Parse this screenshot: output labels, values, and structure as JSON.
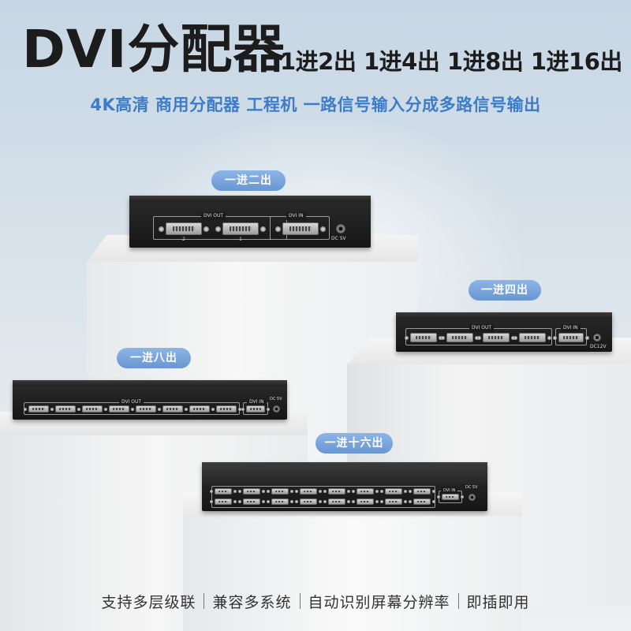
{
  "header": {
    "title": "DVI分配器",
    "subtitle": "1进2出 1进4出 1进8出 1进16出",
    "tagline": "4K高清  商用分配器  工程机  一路信号输入分成多路信号输出"
  },
  "products": [
    {
      "label": "一进二出",
      "out_group_label": "DVI OUT",
      "in_group_label": "DVI IN",
      "port_numbers": [
        "2",
        "1"
      ],
      "power_label": "DC 5V"
    },
    {
      "label": "一进四出",
      "out_group_label": "DVI OUT",
      "in_group_label": "DVI IN",
      "power_label": "DC12V"
    },
    {
      "label": "一进八出",
      "out_group_label": "DVI OUT",
      "in_group_label": "DVI IN",
      "power_label": "DC 5V"
    },
    {
      "label": "一进十六出",
      "in_group_label": "DVI IN",
      "power_label": "DC 5V"
    }
  ],
  "footer": {
    "features": [
      "支持多层级联",
      "兼容多系统",
      "自动识别屏幕分辨率",
      "即插即用"
    ]
  },
  "colors": {
    "accent": "#3d7cc9",
    "pill": "#7aa6dc",
    "device": "#1c1c1c",
    "title": "#1c1c1c"
  }
}
